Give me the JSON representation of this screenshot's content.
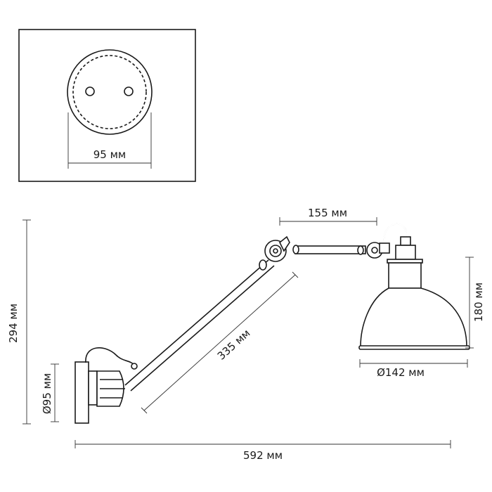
{
  "labels": {
    "plate_diameter_detail": "95 мм",
    "upper_arm_length": "155 мм",
    "total_height": "294 мм",
    "shade_height": "180 мм",
    "lower_arm_length": "335 мм",
    "base_diameter": "Ø95 мм",
    "shade_diameter": "Ø142 мм",
    "total_width": "592 мм"
  }
}
